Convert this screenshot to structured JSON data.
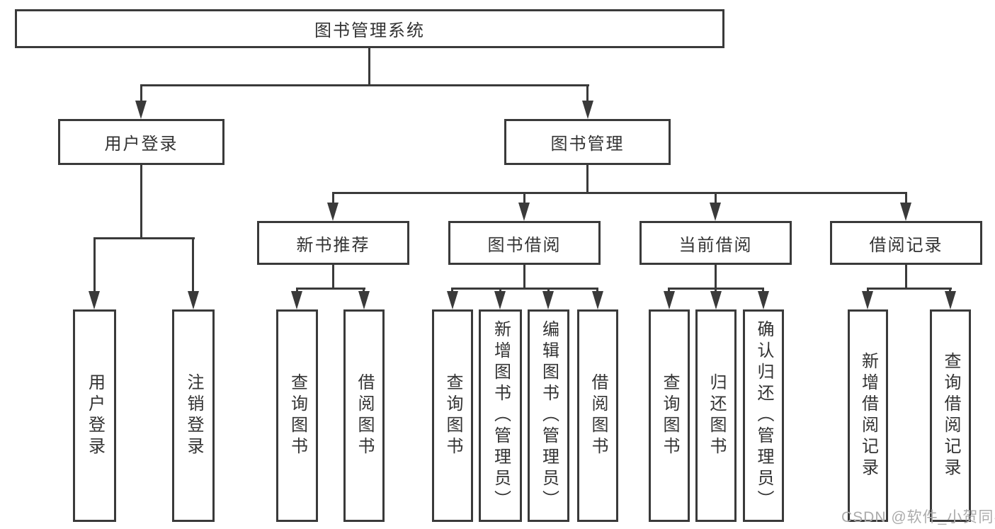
{
  "diagram": {
    "title": "图书管理系统",
    "watermark": "CSDN @软件_小贺同学",
    "colors": {
      "line": "#3a3a3a",
      "text": "#333333",
      "background": "#ffffff",
      "watermark": "#ababab"
    },
    "nodes": {
      "root": {
        "label": "图书管理系统"
      },
      "branches": [
        {
          "label": "用户登录",
          "children": [
            {
              "label": "用户登录"
            },
            {
              "label": "注销登录"
            }
          ]
        },
        {
          "label": "图书管理",
          "children": [
            {
              "label": "新书推荐",
              "children": [
                {
                  "label": "查询图书"
                },
                {
                  "label": "借阅图书"
                }
              ]
            },
            {
              "label": "图书借阅",
              "children": [
                {
                  "label": "查询图书"
                },
                {
                  "label": "新增图书（管理员）"
                },
                {
                  "label": "编辑图书（管理员）"
                },
                {
                  "label": "借阅图书"
                }
              ]
            },
            {
              "label": "当前借阅",
              "children": [
                {
                  "label": "查询图书"
                },
                {
                  "label": "归还图书"
                },
                {
                  "label": "确认归还（管理员）"
                }
              ]
            },
            {
              "label": "借阅记录",
              "children": [
                {
                  "label": "新增借阅记录"
                },
                {
                  "label": "查询借阅记录"
                }
              ]
            }
          ]
        }
      ]
    }
  }
}
